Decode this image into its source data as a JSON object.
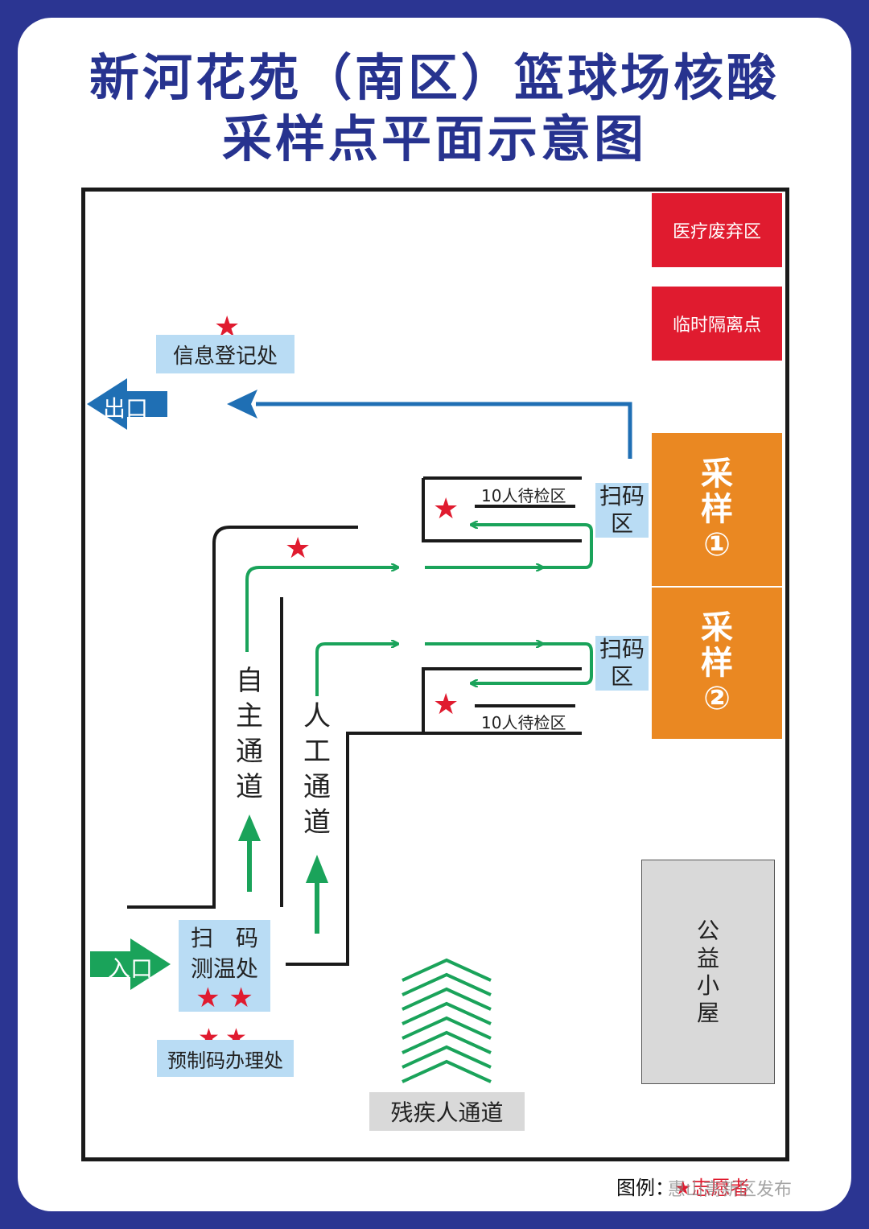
{
  "title": {
    "line1": "新河花苑（南区）篮球场核酸",
    "line2": "采样点平面示意图"
  },
  "zones": {
    "medical_waste": "医疗废弃区",
    "temp_isolation": "临时隔离点",
    "sampling1": {
      "label1": "采",
      "label2": "样",
      "num": "①"
    },
    "sampling2": {
      "label1": "采",
      "label2": "样",
      "num": "②"
    },
    "scan1": {
      "line1": "扫码",
      "line2": "区"
    },
    "scan2": {
      "line1": "扫码",
      "line2": "区"
    },
    "wait1": "10人待检区",
    "wait2": "10人待检区",
    "info_desk": "信息登记处",
    "exit": "出口",
    "entrance": "入口",
    "scan_temp": {
      "line1": "扫　码",
      "line2": "测温处"
    },
    "precode": "预制码办理处",
    "self_channel": [
      "自",
      "主",
      "通",
      "道"
    ],
    "manual_channel": [
      "人",
      "工",
      "通",
      "道"
    ],
    "disabled_channel": "残疾人通道",
    "public_hut": [
      "公",
      "益",
      "小",
      "屋"
    ]
  },
  "legend": {
    "label": "图例：",
    "symbol": "★",
    "meaning": "志愿者"
  },
  "watermark": "惠山高新区发布",
  "colors": {
    "navy": "#27338f",
    "red": "#e01b2f",
    "orange": "#ea8822",
    "green": "#1aa35a",
    "blue_arrow": "#1f6fb4",
    "light_blue": "#b9dcf4"
  }
}
